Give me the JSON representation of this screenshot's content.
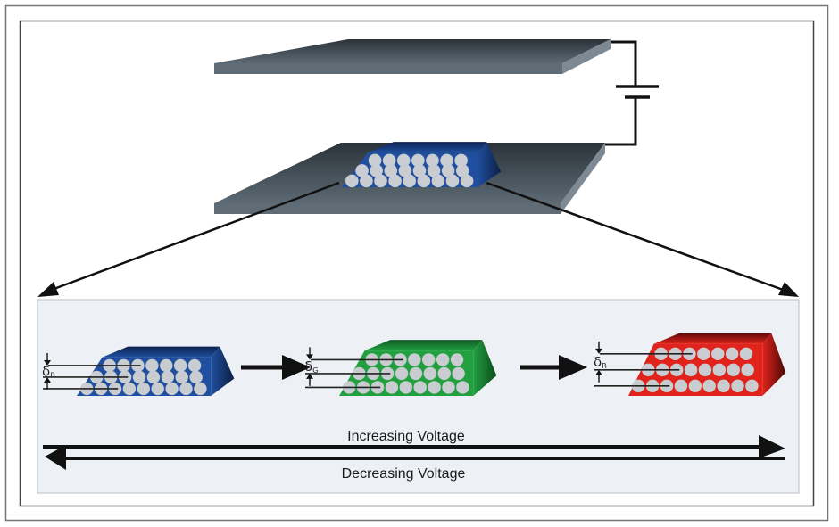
{
  "figure": {
    "description": "Electrochemical tuning of a photonic crystal between two electrodes",
    "colors": {
      "electrode": "#4a5660",
      "electrode_edge": "#6f7d88",
      "panel_bg": "#edf1f5",
      "blue": "#1f4f9e",
      "green": "#22a040",
      "red": "#e0231b",
      "sphere": "#c9ccd0",
      "wire": "#111111"
    },
    "labels": {
      "increasing": "Increasing Voltage",
      "decreasing": "Decreasing Voltage"
    },
    "states": [
      {
        "name": "blue",
        "spacing_symbol": "δ",
        "spacing_subscript": "B",
        "color_key": "blue"
      },
      {
        "name": "green",
        "spacing_symbol": "δ",
        "spacing_subscript": "G",
        "color_key": "green"
      },
      {
        "name": "red",
        "spacing_symbol": "δ",
        "spacing_subscript": "R",
        "color_key": "red"
      }
    ],
    "lattice_rows": [
      7,
      8,
      9
    ]
  }
}
